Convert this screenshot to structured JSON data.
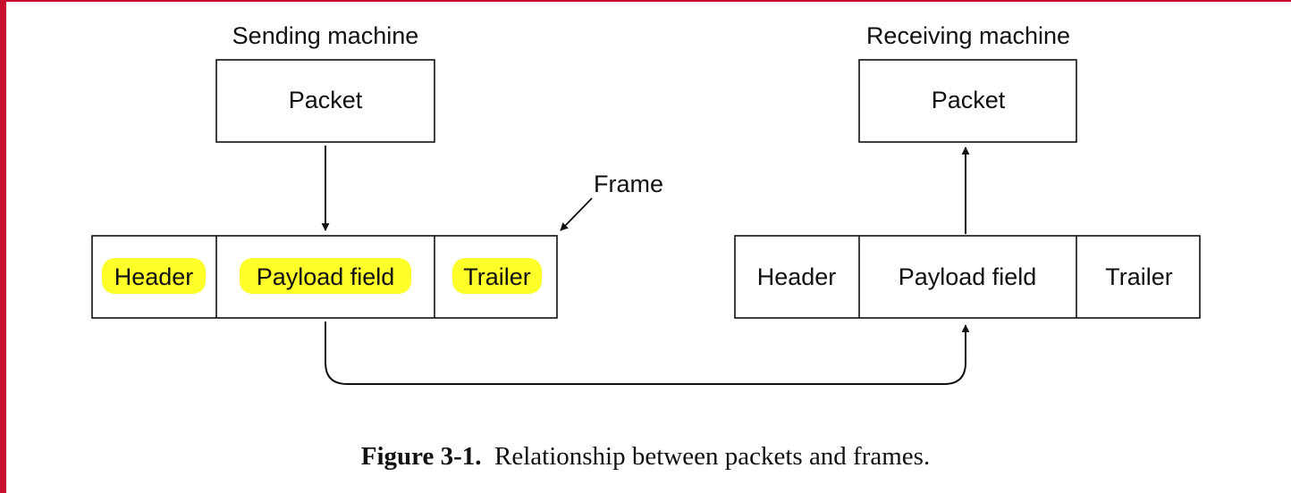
{
  "sending": {
    "title": "Sending machine",
    "packet": "Packet",
    "frame": {
      "header": "Header",
      "payload": "Payload field",
      "trailer": "Trailer"
    },
    "frame_callout": "Frame"
  },
  "receiving": {
    "title": "Receiving machine",
    "packet": "Packet",
    "frame": {
      "header": "Header",
      "payload": "Payload field",
      "trailer": "Trailer"
    }
  },
  "caption": {
    "label": "Figure 3-1.",
    "text": "Relationship between packets and frames."
  },
  "colors": {
    "highlight": "#ffff2a",
    "border": "#c8102e"
  }
}
